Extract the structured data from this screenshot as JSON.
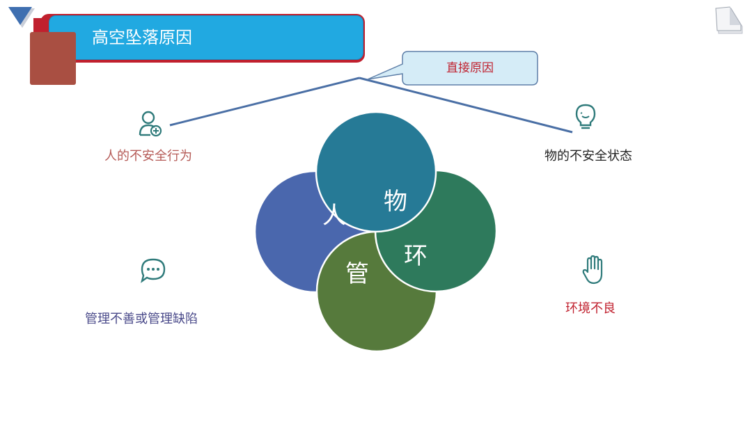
{
  "title": "高空坠落原因",
  "callout": "直接原因",
  "causes": {
    "human": {
      "label": "人的不安全行为",
      "icon": "person-plus-icon"
    },
    "object": {
      "label": "物的不安全状态",
      "icon": "lightbulb-icon"
    },
    "management": {
      "label": "管理不善或管理缺陷",
      "icon": "chat-bubble-icon"
    },
    "environment": {
      "label": "环境不良",
      "icon": "hand-icon"
    }
  },
  "venn": {
    "ren": "人",
    "wu": "物",
    "huan": "环",
    "guan": "管"
  },
  "colors": {
    "title_bar": "#21a9e1",
    "title_accent": "#c0202e",
    "square": "#a94f42",
    "circle_ren": "#4a67ad",
    "circle_wu": "#267a96",
    "circle_huan": "#2e7a5c",
    "circle_guan": "#567a3c",
    "line": "#4a6fa5",
    "icon_teal": "#2e7a7a"
  }
}
